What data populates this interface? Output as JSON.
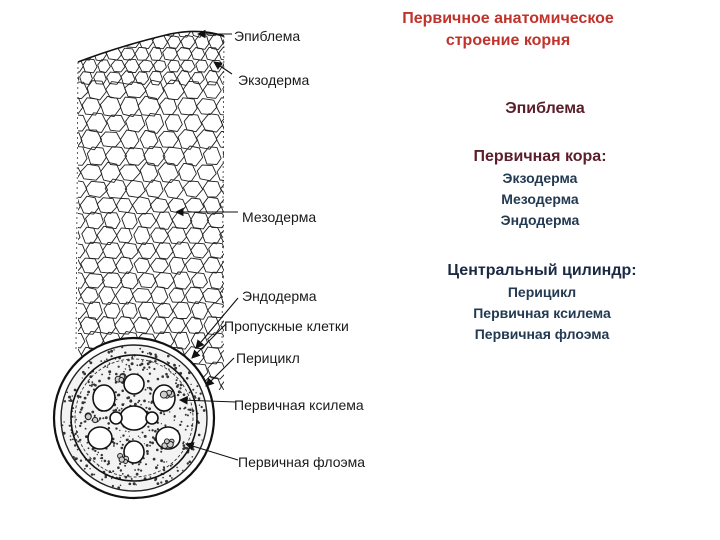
{
  "title": "Первичное анатомическое строение корня",
  "labels": {
    "epiblema": "Эпиблема",
    "exoderma": "Экзодерма",
    "mesoderma": "Мезодерма",
    "endoderma": "Эндодерма",
    "passage_cells": "Пропускные клетки",
    "pericycle": "Перицикл",
    "primary_xylem": "Первичная ксилема",
    "primary_phloem": "Первичная флоэма"
  },
  "legend": {
    "epiblema": "Эпиблема",
    "primary_cortex": {
      "heading": "Первичная кора:",
      "items": [
        "Экзодерма",
        "Мезодерма",
        "Эндодерма"
      ]
    },
    "central_cylinder": {
      "heading": "Центральный цилиндр:",
      "items": [
        "Перицикл",
        "Первичная ксилема",
        "Первичная флоэма"
      ]
    }
  },
  "colors": {
    "title": "#c0332b",
    "cortex_heading": "#5a1f2a",
    "legend_items": "#233a52",
    "outline": "#111111"
  }
}
